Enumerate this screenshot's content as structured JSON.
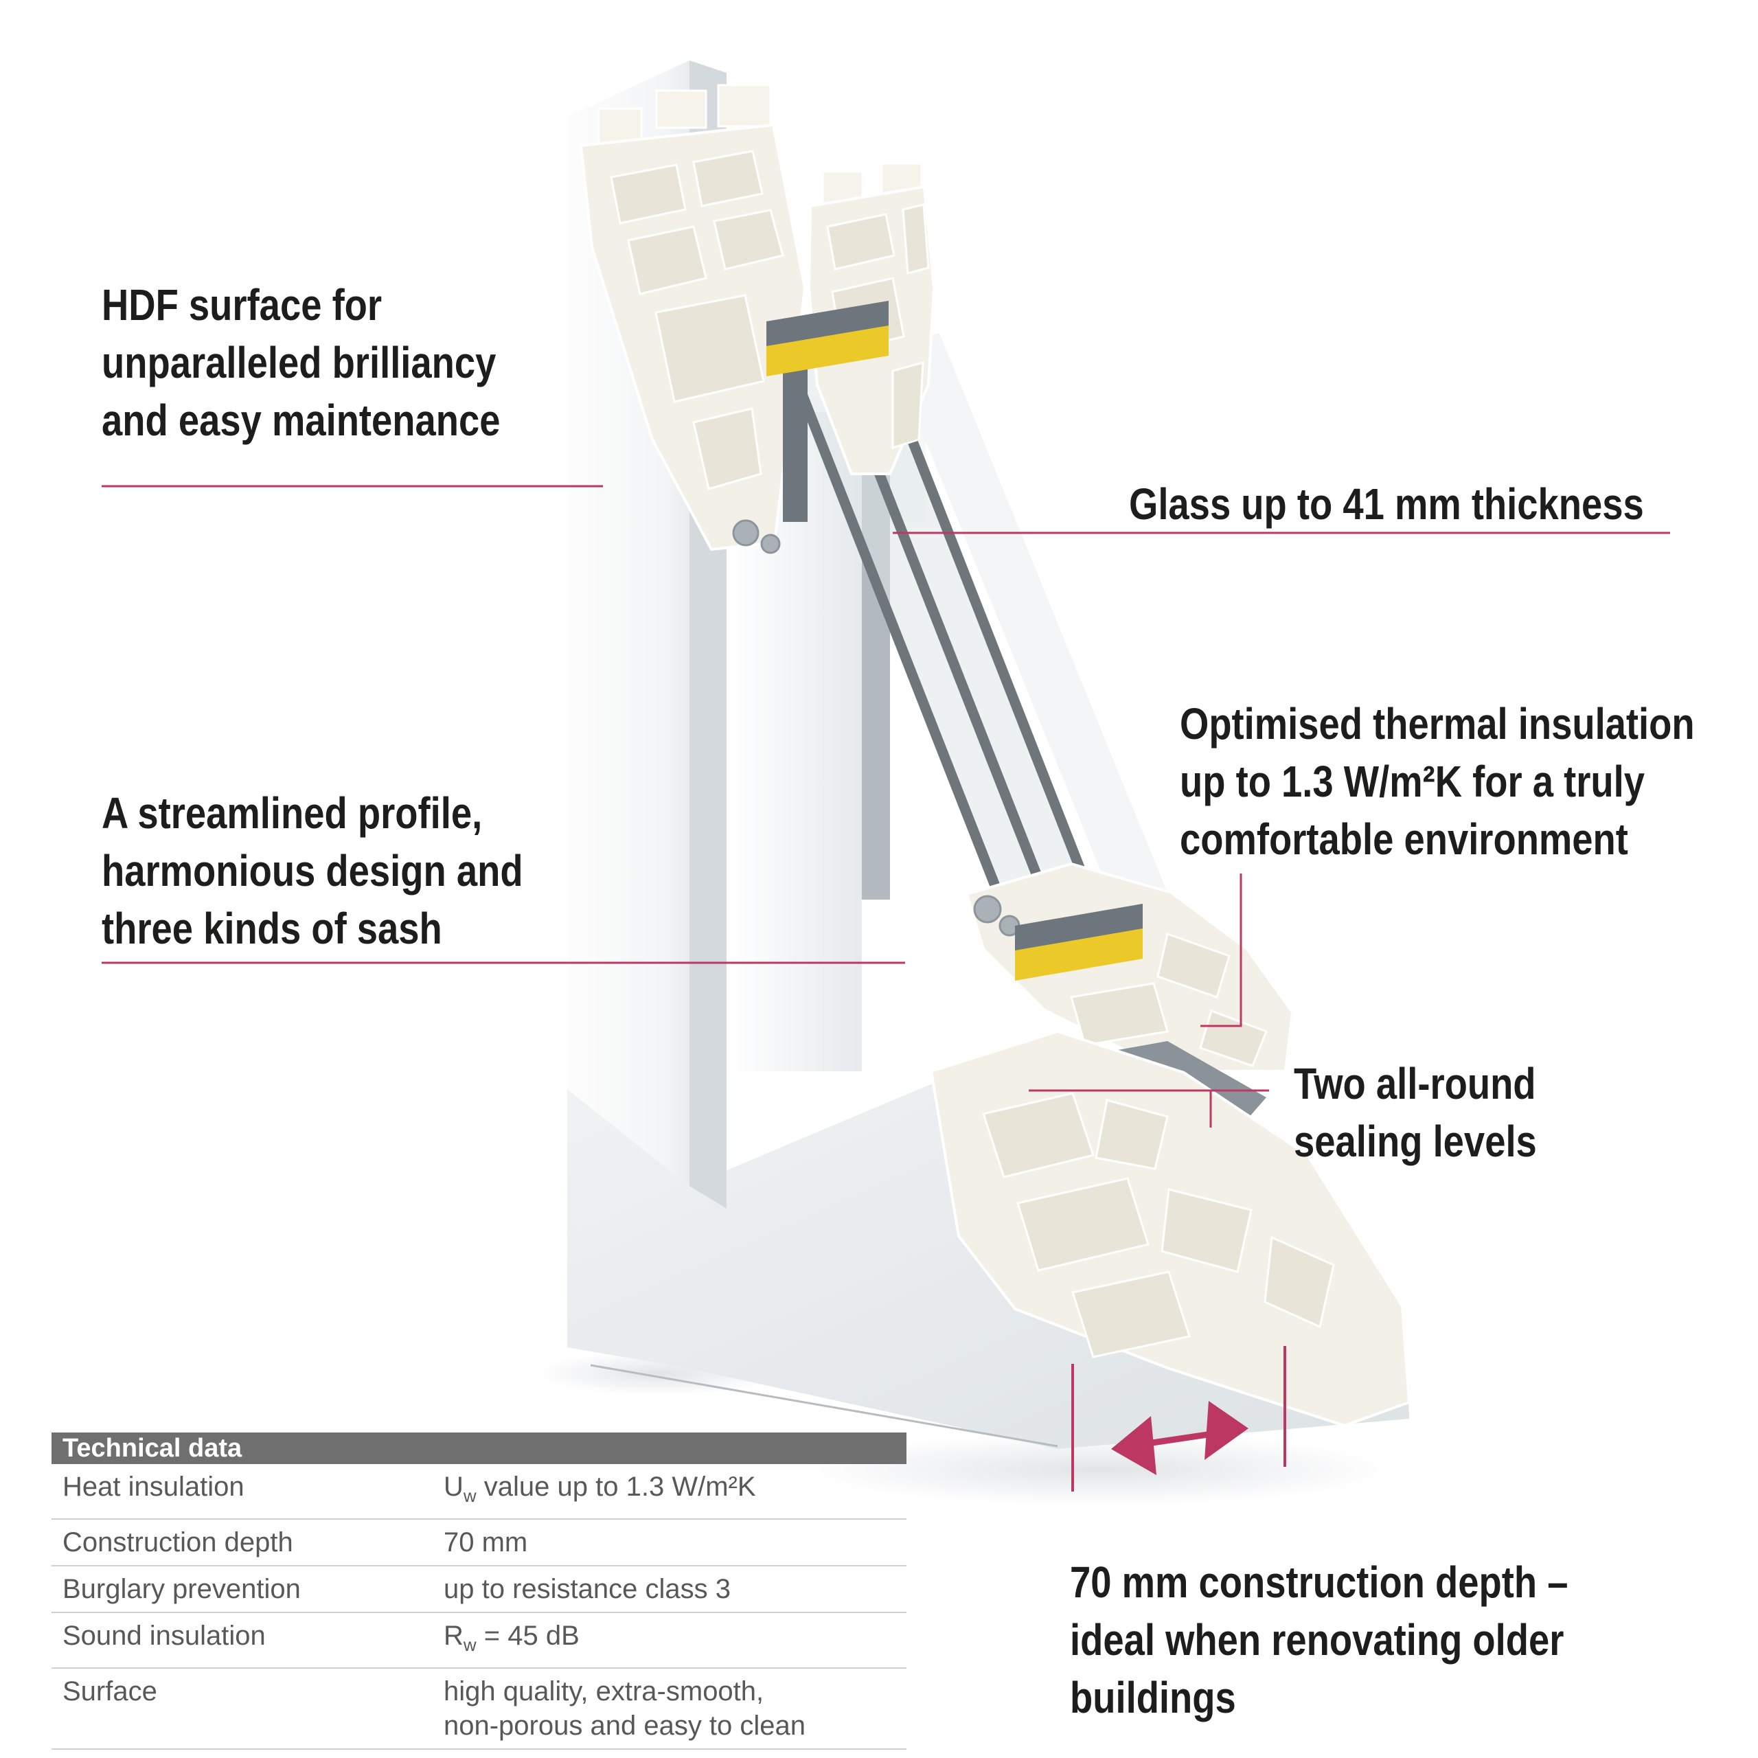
{
  "colors": {
    "accent": "#bc3863",
    "tape_yellow": "#eac928",
    "profile_cream": "#f3f0e7",
    "chamber_cream": "#e8e4d7",
    "pane_gray": "#6e767c",
    "steel_gray": "#6d767d",
    "table_header_bg": "#6f6f6f",
    "table_text": "#585858",
    "text_black": "#1d1d1b"
  },
  "annotations": {
    "hdf": {
      "lines": [
        "HDF surface for",
        "unparalleled brilliancy",
        "and easy maintenance"
      ]
    },
    "glass": {
      "lines": [
        "Glass up to 41 mm thickness"
      ]
    },
    "thermal": {
      "lines": [
        "Optimised thermal insulation",
        "up to 1.3 W/m²K for a truly",
        "comfortable environment"
      ]
    },
    "profile": {
      "lines": [
        "A streamlined profile,",
        "harmonious design and",
        "three kinds of sash"
      ]
    },
    "sealing": {
      "lines": [
        "Two all-round",
        "sealing levels"
      ]
    },
    "depth": {
      "lines": [
        "70 mm construction depth –",
        "ideal when renovating older",
        "buildings"
      ]
    }
  },
  "table": {
    "header": "Technical data",
    "rows": [
      {
        "label": "Heat insulation",
        "value": "U~w~ value up to 1.3 W/m²K"
      },
      {
        "label": "Construction depth",
        "value": "70 mm"
      },
      {
        "label": "Burglary prevention",
        "value": "up to resistance class 3"
      },
      {
        "label": "Sound insulation",
        "value": "R~w~ = 45 dB"
      },
      {
        "label": "Surface",
        "value": "high quality, extra-smooth,\nnon-porous and easy to clean"
      }
    ]
  }
}
